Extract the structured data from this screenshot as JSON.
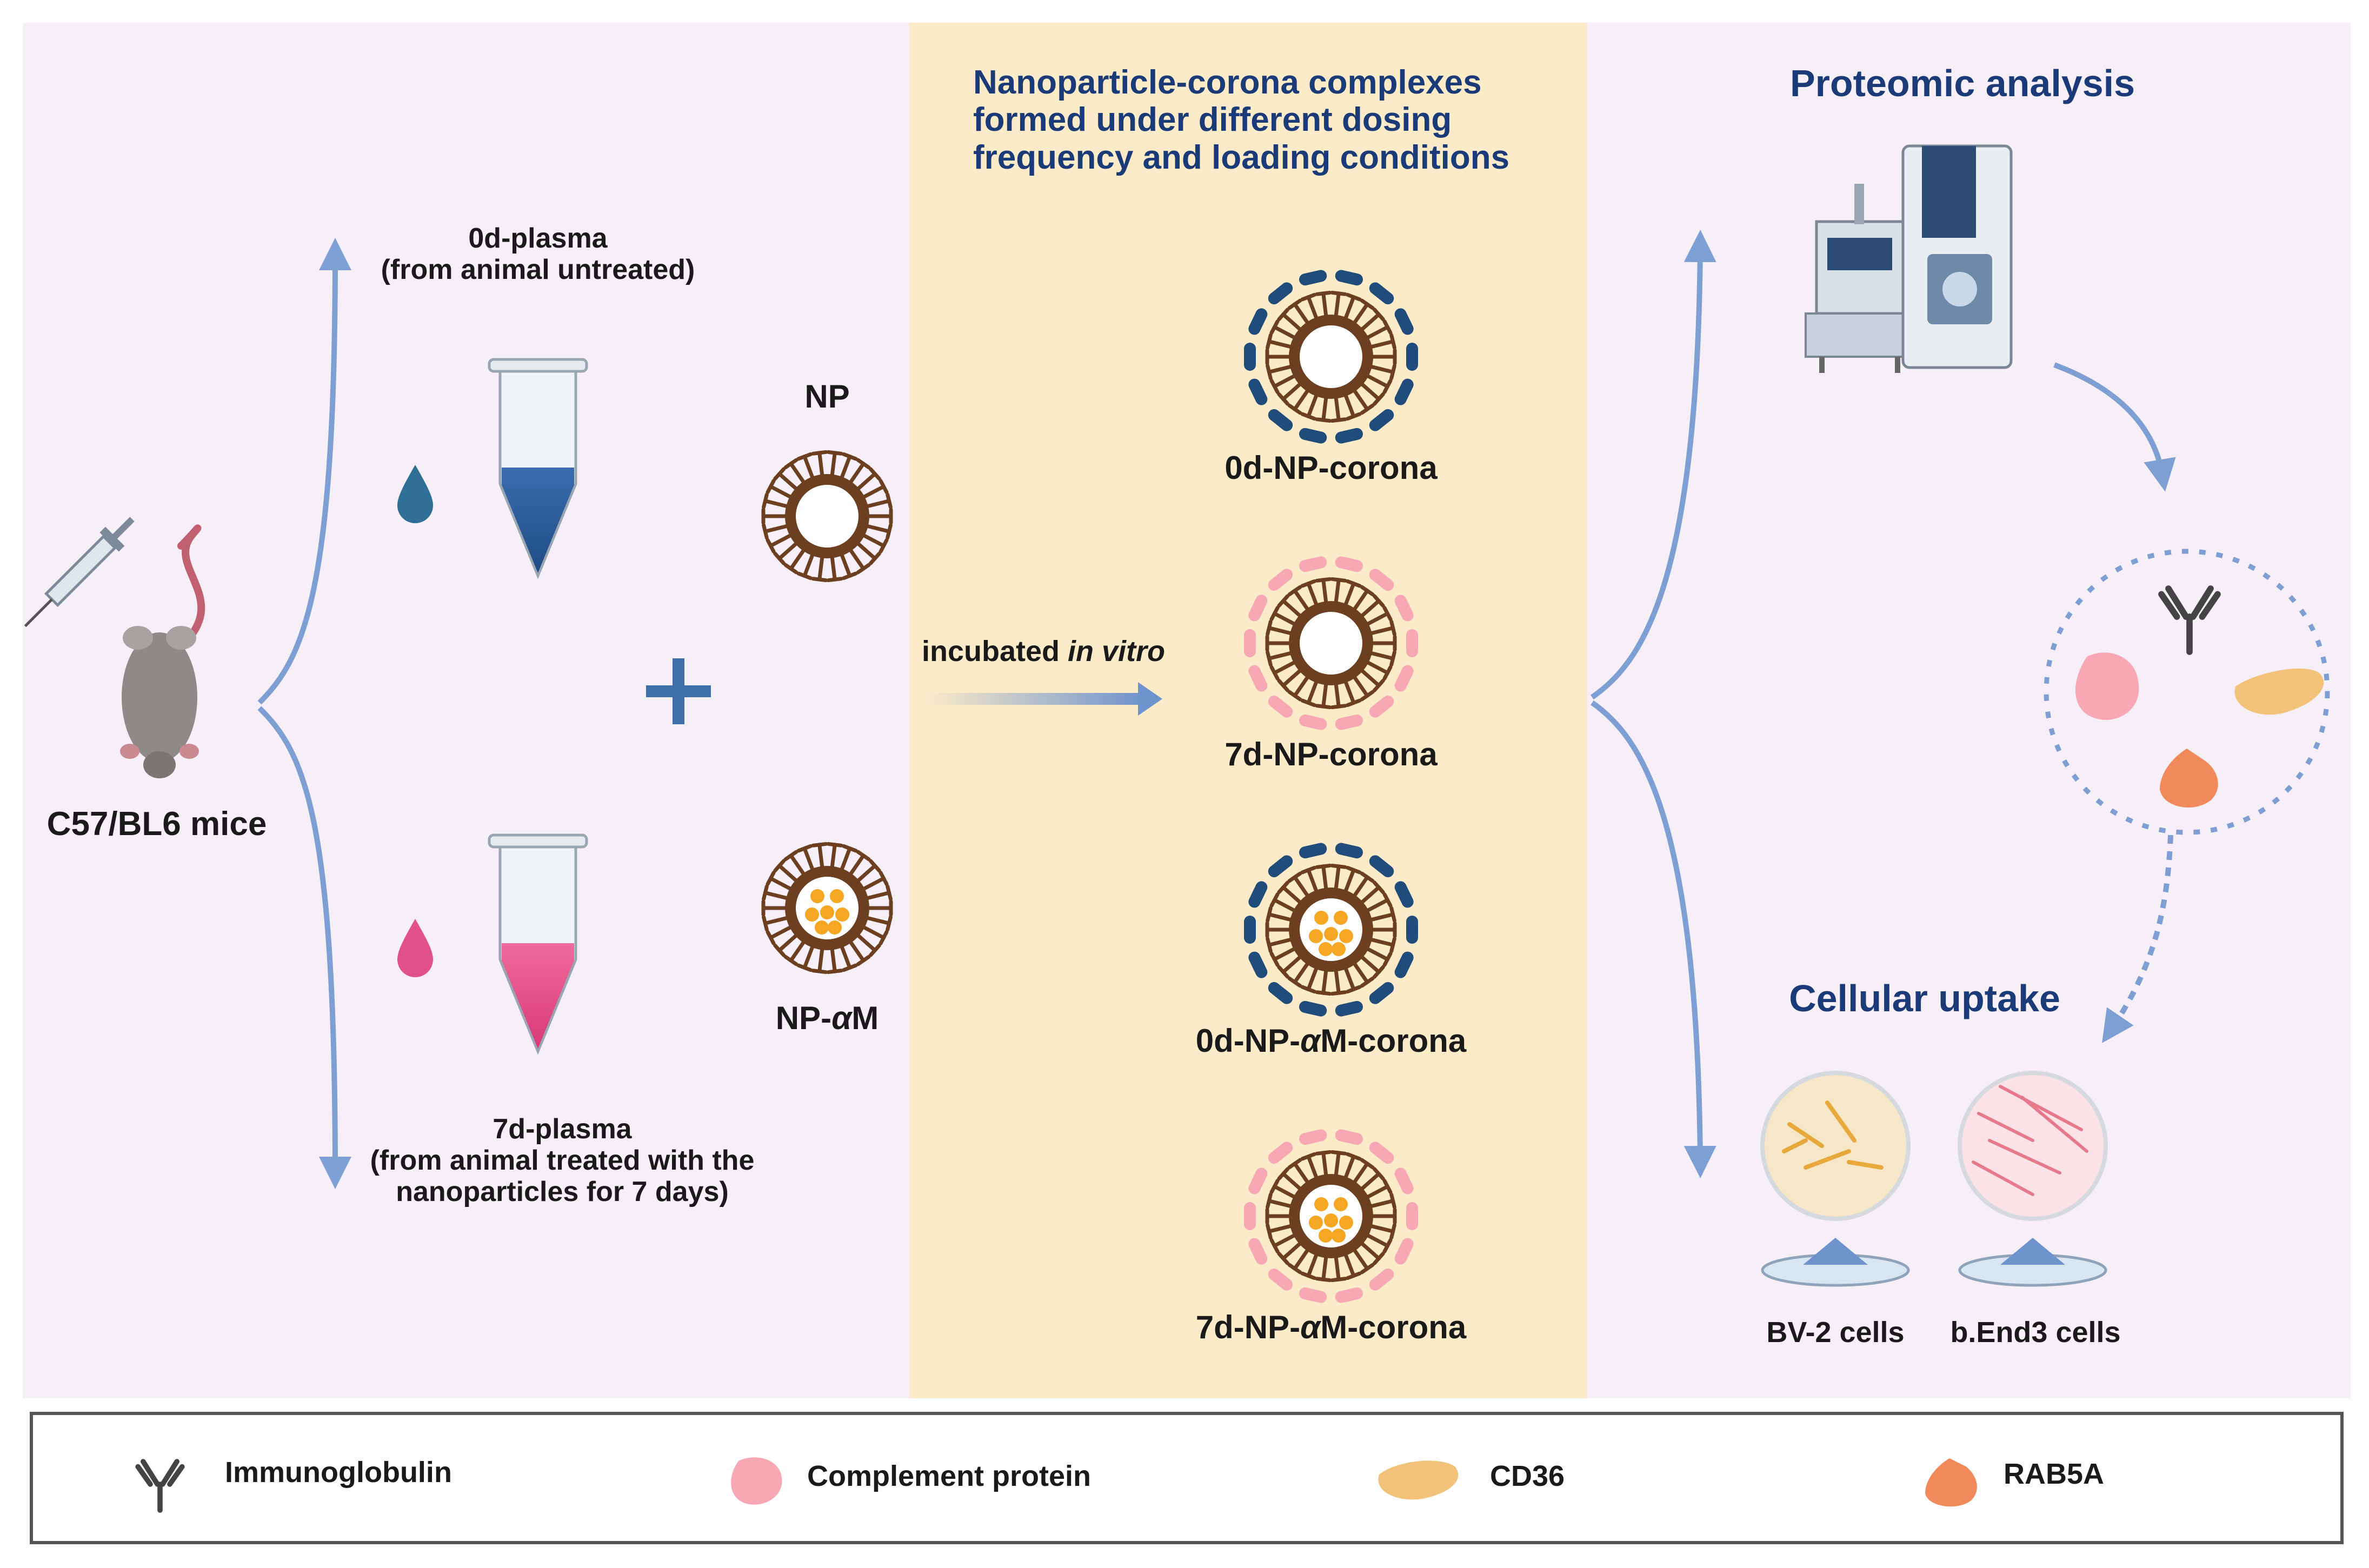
{
  "colors": {
    "left_panel_bg": "#f7eff7",
    "middle_panel_bg": "#fcebc9",
    "title_blue": "#1a3a78",
    "arrow_blue": "#7d9fd4",
    "nanoparticle_brown": "#6b3f1f",
    "untreated_plasma": "#2f5f9e",
    "treated_plasma": "#e2508a",
    "complement_pink": "#f7a8b4",
    "cd36_yellow": "#f2c27a",
    "rab5a_orange": "#f08a5a"
  },
  "source": {
    "label": "C57/BL6 mice",
    "icons": [
      "mouse-icon",
      "syringe-icon"
    ]
  },
  "plasma": {
    "untreated": {
      "line1": "0d-plasma",
      "line2": "(from animal untreated)"
    },
    "treated": {
      "line1": "7d-plasma",
      "line2": "(from animal treated with the",
      "line3": "nanoparticles for 7 days)"
    },
    "plus_symbol": "+"
  },
  "nanoparticles": {
    "np": "NP",
    "np_am_prefix": "NP-",
    "np_am_greek": "α",
    "np_am_suffix": "M"
  },
  "incubation": {
    "prefix": "incubated ",
    "italic": "in vitro"
  },
  "middle": {
    "title_line1": "Nanoparticle-corona complexes",
    "title_line2": "formed under different dosing",
    "title_line3": "frequency and  loading conditions",
    "coronas": [
      {
        "prefix": "0d-NP-corona",
        "greek": "",
        "suffix": "",
        "core": "empty",
        "protein": "blue"
      },
      {
        "prefix": "7d-NP-corona",
        "greek": "",
        "suffix": "",
        "core": "empty",
        "protein": "pink"
      },
      {
        "prefix": "0d-NP-",
        "greek": "α",
        "suffix": "M-corona",
        "core": "loaded",
        "protein": "blue"
      },
      {
        "prefix": "7d-NP-",
        "greek": "α",
        "suffix": "M-corona",
        "core": "loaded",
        "protein": "pink"
      }
    ]
  },
  "right": {
    "proteomic_title": "Proteomic analysis",
    "uptake_title": "Cellular uptake",
    "cells": [
      "BV-2 cells",
      "b.End3 cells"
    ]
  },
  "legend": {
    "items": [
      {
        "label": "Immunoglobulin",
        "icon": "antibody-icon"
      },
      {
        "label": "Complement protein",
        "icon": "complement-blob-icon"
      },
      {
        "label": "CD36",
        "icon": "cd36-blob-icon"
      },
      {
        "label": "RAB5A",
        "icon": "rab5a-blob-icon"
      }
    ]
  }
}
